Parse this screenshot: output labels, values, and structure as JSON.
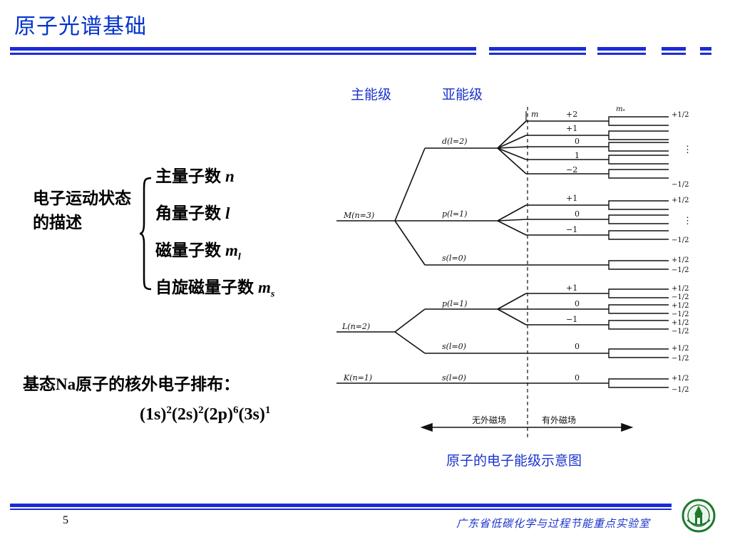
{
  "slide": {
    "title": "原子光谱基础",
    "page_number": "5",
    "lab_name": "广东省低碳化学与过程节能重点实验室"
  },
  "quantum": {
    "description": "电子运动状态的描述",
    "items": [
      {
        "label": "主量子数",
        "symbol": "n",
        "sub": ""
      },
      {
        "label": "角量子数",
        "symbol": "l",
        "sub": ""
      },
      {
        "label": "磁量子数",
        "symbol": "m",
        "sub": "l"
      },
      {
        "label": "自旋磁量子数",
        "symbol": "m",
        "sub": "s"
      }
    ]
  },
  "sodium": {
    "title_pre": "基态",
    "title_elem": "Na",
    "title_post": "原子的核外电子排布：",
    "config": [
      {
        "orbital": "(1s)",
        "count": "2"
      },
      {
        "orbital": "(2s)",
        "count": "2"
      },
      {
        "orbital": "(2p)",
        "count": "6"
      },
      {
        "orbital": "(3s)",
        "count": "1"
      }
    ]
  },
  "diagram": {
    "header_main": "主能级",
    "header_sub": "亚能级",
    "caption": "原子的电子能级示意图",
    "col_m": "m",
    "col_ms": "mₛ",
    "no_field": "无外磁场",
    "with_field": "有外磁场",
    "levels": {
      "M": "M(n=3)",
      "L": "L(n=2)",
      "K": "K(n=1)"
    },
    "sublevels": {
      "M_d": "d(l=2)",
      "M_p": "p(l=1)",
      "M_s": "s(l=0)",
      "L_p": "p(l=1)",
      "L_s": "s(l=0)",
      "K_s": "s(l=0)"
    },
    "m_values": {
      "d": [
        "+2",
        "+1",
        "0",
        "1",
        "−2"
      ],
      "p3": [
        "+1",
        "0",
        "−1"
      ],
      "s3": "",
      "p2": [
        "+1",
        "0",
        "−1"
      ],
      "s2": "0",
      "s1": "0"
    },
    "ms_plus": "+1/2",
    "ms_minus": "−1/2",
    "dots": "⋮"
  }
}
